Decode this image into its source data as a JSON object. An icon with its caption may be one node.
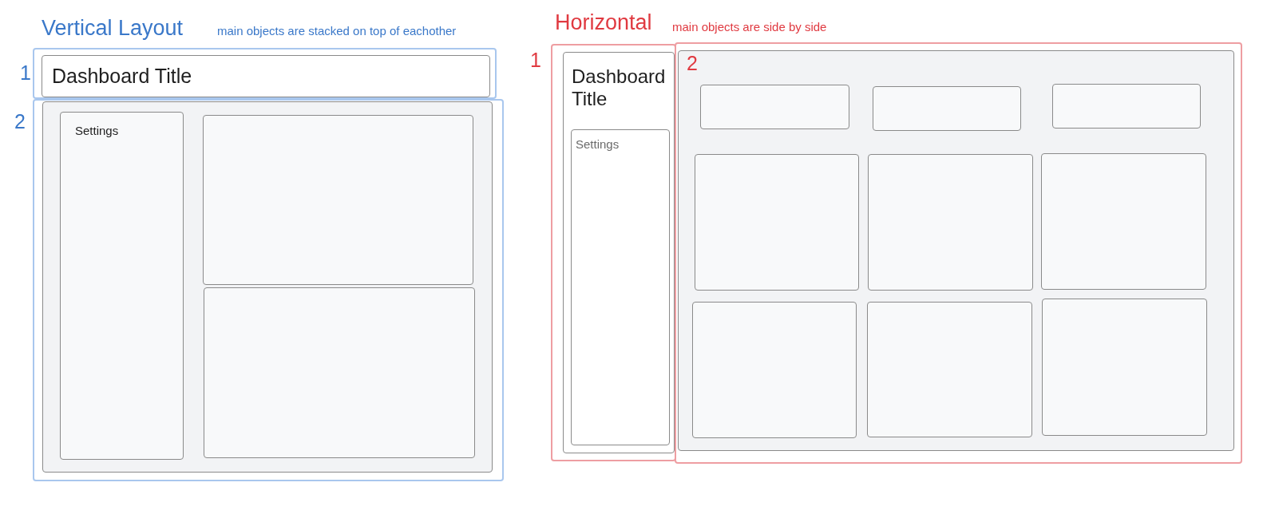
{
  "diagram": {
    "nodes": [
      {
        "text": [],
        "shape": "box",
        "beside": [
          "1"
        ]
      },
      {
        "text": [
          "Dashboard Title"
        ],
        "in": 0
      },
      {
        "text": [],
        "shape": "box",
        "beside": [
          "2"
        ]
      },
      {
        "text": [],
        "shape": "box",
        "in": 2
      },
      {
        "text": [
          "Settings"
        ],
        "in": 3
      },
      {
        "text": [],
        "shape": "box",
        "in": 3
      },
      {
        "text": [],
        "shape": "box",
        "in": 3
      },
      {
        "text": [],
        "shape": "box",
        "beside": [
          "1"
        ]
      },
      {
        "text": [
          "Dashboard Title"
        ],
        "in": 7
      },
      {
        "text": [
          "Settings"
        ],
        "in": 8
      },
      {
        "text": [],
        "shape": "box",
        "beside": [
          "2"
        ]
      },
      {
        "text": [],
        "shape": "box",
        "in": 10
      },
      {
        "text": [],
        "shape": "box",
        "in": 11
      },
      {
        "text": [],
        "shape": "box",
        "in": 11
      },
      {
        "text": [],
        "shape": "box",
        "in": 11
      },
      {
        "text": [],
        "shape": "box",
        "in": 11
      },
      {
        "text": [],
        "shape": "box",
        "in": 11
      },
      {
        "text": [],
        "shape": "box",
        "in": 11
      },
      {
        "text": [],
        "shape": "box",
        "in": 11
      },
      {
        "text": [],
        "shape": "box",
        "in": 11
      },
      {
        "text": [],
        "shape": "box",
        "in": 11
      }
    ],
    "labels": [
      "Vertical Layout",
      "main objects are stacked on top of eachother",
      "Horizontal",
      "main objects are side by side"
    ]
  }
}
